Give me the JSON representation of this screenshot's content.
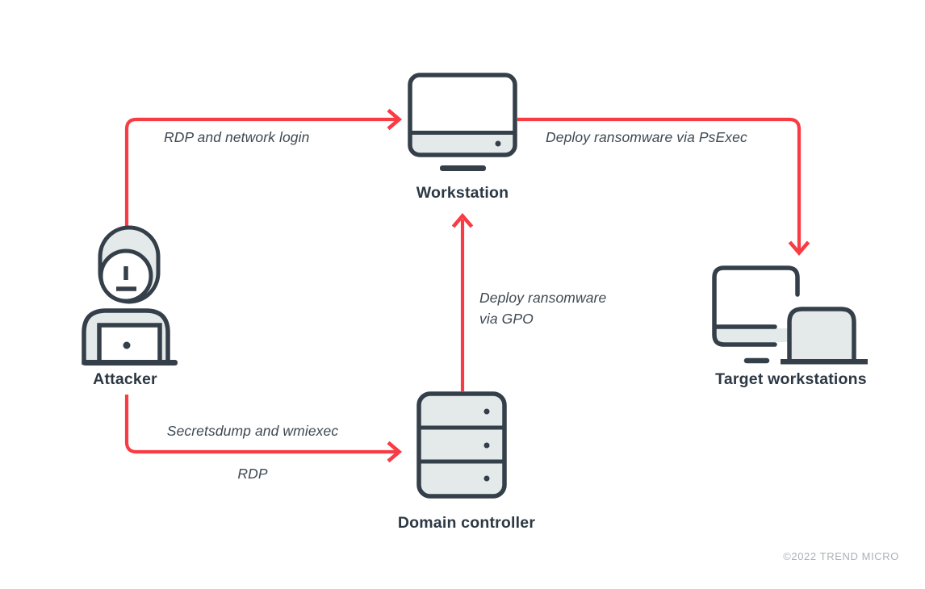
{
  "diagram": {
    "nodes": {
      "attacker": {
        "label": "Attacker"
      },
      "workstation": {
        "label": "Workstation"
      },
      "domain_controller": {
        "label": "Domain controller"
      },
      "target_workstations": {
        "label": "Target workstations"
      }
    },
    "edges": {
      "attacker_to_workstation": {
        "from": "attacker",
        "to": "workstation",
        "label": "RDP and network login"
      },
      "workstation_to_targets": {
        "from": "workstation",
        "to": "target_workstations",
        "label": "Deploy ransomware via PsExec"
      },
      "dc_to_workstation": {
        "from": "domain_controller",
        "to": "workstation",
        "label_line1": "Deploy ransomware",
        "label_line2": "via GPO"
      },
      "attacker_to_dc": {
        "from": "attacker",
        "to": "domain_controller",
        "label_above": "Secretsdump and wmiexec",
        "label_below": "RDP"
      }
    },
    "colors": {
      "arrow_red": "#f93b43",
      "outline_dark": "#343f49",
      "fill_light": "#e4e9ea",
      "node_label": "#2c3844",
      "edge_label": "#3e4952",
      "copyright_gray": "#a9b3b6",
      "background": "#ffffff"
    },
    "footer": {
      "copyright": "©2022 TREND MICRO"
    }
  }
}
